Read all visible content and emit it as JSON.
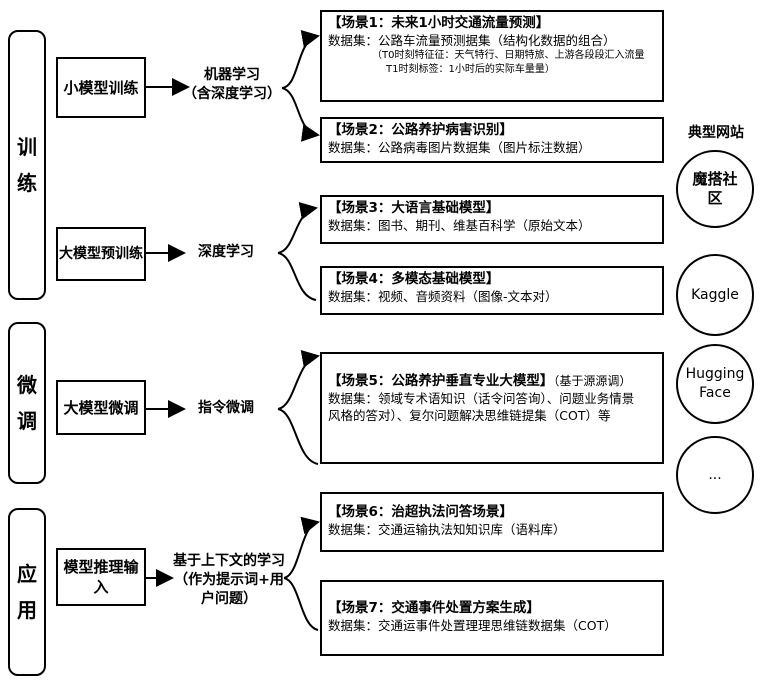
{
  "phases": {
    "train": {
      "char1": "训",
      "char2": "练"
    },
    "finetune": {
      "char1": "微",
      "char2": "调"
    },
    "apply": {
      "char1": "应",
      "char2": "用"
    }
  },
  "methods": {
    "small_model": "小模型训练",
    "large_pretrain": "大模型预训练",
    "large_finetune": "大模型微调",
    "inference_line1": "模型推理输",
    "inference_line2": "入"
  },
  "labels": {
    "ml_line1": "机器学习",
    "ml_line2": "（含深度学习）",
    "deep_learning": "深度学习",
    "instruction_tuning": "指令微调",
    "icl_line1": "基于上下文的学习",
    "icl_line2": "（作为提示词+用",
    "icl_line3": "户问题）"
  },
  "scenes": {
    "s1": {
      "title": "【场景1：未来1小时交通流量预测】",
      "dataset": "数据集：公路车流量预测据集（结构化数据的组合）",
      "detail1": "（T0时刻特征征：天气特行、日期特旅、上游各段段汇入流量",
      "detail2": "T1时刻标签：1小时后的实际车量量）"
    },
    "s2": {
      "title": "【场景2：公路养护病害识别】",
      "dataset": "数据集：公路病毒图片数据集（图片标注数据）"
    },
    "s3": {
      "title": "【场景3：大语言基础模型】",
      "dataset": "数据集：图书、期刊、维基百科学（原始文本）"
    },
    "s4": {
      "title": "【场景4：多模态基础模型】",
      "dataset": "数据集：视频、音频资料（图像-文本对）"
    },
    "s5": {
      "title": "【场景5：公路养护垂直专业大模型】",
      "title_suffix": "（基于源源调）",
      "dataset_line1": "数据集：领域专术语知识（话令问答询）、问题业务情景",
      "dataset_line2": "风格的答对）、复尔问题解决思维链提集（COT）等"
    },
    "s6": {
      "title": "【场景6：治超执法问答场景】",
      "dataset": "数据集：交通运输执法知知识库（语料库）"
    },
    "s7": {
      "title": "【场景7：交通事件处置方案生成】",
      "dataset": "数据集：交通运事件处置理理思维链数据集（COT）"
    }
  },
  "sites": {
    "header": "典型网站",
    "items": [
      {
        "line1": "魔搭社",
        "line2": "区"
      },
      {
        "line1": "Kaggle",
        "line2": ""
      },
      {
        "line1": "Hugging",
        "line2": "Face"
      },
      {
        "line1": "...",
        "line2": ""
      }
    ]
  }
}
